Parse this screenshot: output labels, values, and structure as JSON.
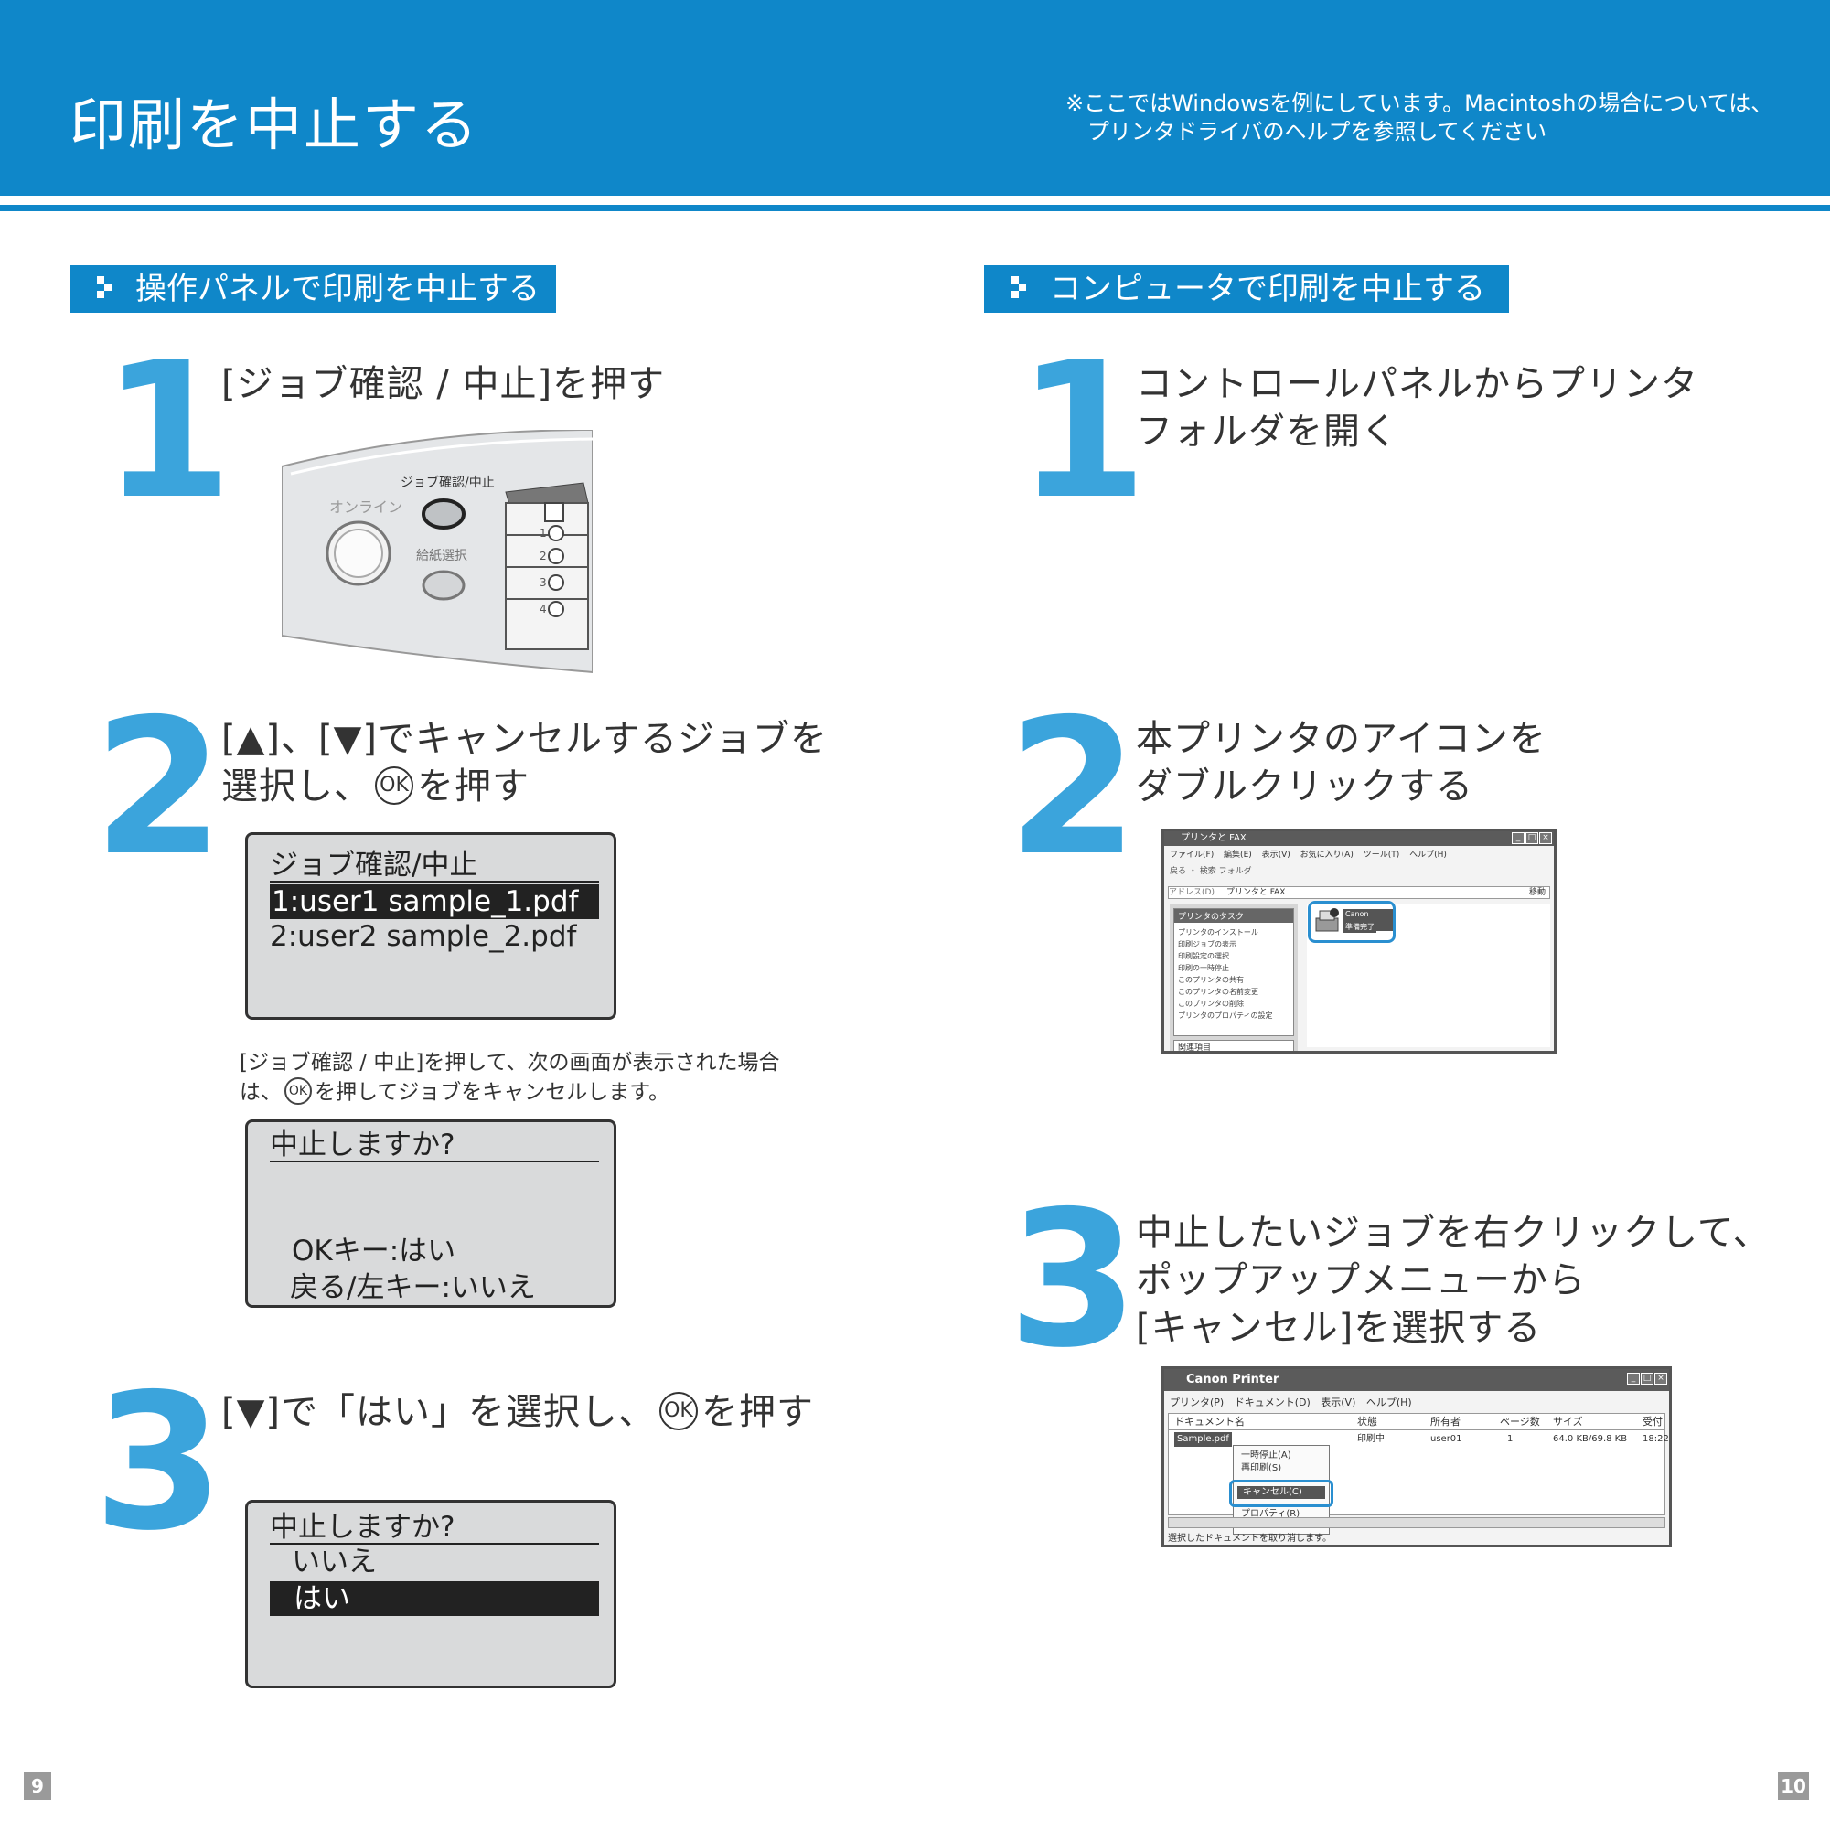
{
  "header": {
    "title": "印刷を中止する",
    "note_line1": "※ここではWindowsを例にしています。Macintoshの場合については、",
    "note_line2": "プリンタドライバのヘルプを参照してください"
  },
  "left": {
    "section_title": "操作パネルで印刷を中止する",
    "step1": {
      "number": "1",
      "text": "[ジョブ確認 / 中止]を押す",
      "panel": {
        "online_label": "オンライン",
        "job_label": "ジョブ確認/中止",
        "paper_label": "給紙選択",
        "trays": [
          "1",
          "2",
          "3",
          "4"
        ]
      }
    },
    "step2": {
      "number": "2",
      "text_line1": "[▲]、[▼]でキャンセルするジョブを",
      "text_line2a": "選択し、",
      "ok_label": "OK",
      "text_line2b": "を押す",
      "lcd": {
        "title": "ジョブ確認/中止",
        "rows": [
          "1:user1 sample_1.pdf",
          "2:user2 sample_2.pdf"
        ]
      },
      "note_line1": "[ジョブ確認 / 中止]を押して、次の画面が表示された場合",
      "note_line2a": "は、",
      "note_line2b": "を押してジョブをキャンセルします。",
      "lcd2": {
        "title": "中止しますか?",
        "line1": "OKキー:はい",
        "line2": "戻る/左キー:いいえ"
      }
    },
    "step3": {
      "number": "3",
      "text_a": "[▼]で「はい」を選択し、",
      "text_b": "を押す",
      "lcd": {
        "title": "中止しますか?",
        "row_no": "いいえ",
        "row_yes": "はい"
      }
    }
  },
  "right": {
    "section_title": "コンピュータで印刷を中止する",
    "step1": {
      "number": "1",
      "text_line1": "コントロールパネルからプリンタ",
      "text_line2": "フォルダを開く"
    },
    "step2": {
      "number": "2",
      "text_line1": "本プリンタのアイコンを",
      "text_line2": "ダブルクリックする",
      "window": {
        "title": "プリンタと FAX",
        "menu": "ファイル(F) 編集(E) 表示(V) お気に入り(A) ツール(T) ヘルプ(H)",
        "toolbar": "戻る ・ 検索 フォルダ",
        "address_label": "アドレス(D)",
        "address_value": "プリンタと FAX",
        "go_label": "移動",
        "task_title": "プリンタのタスク",
        "tasks": [
          "プリンタのインストール",
          "印刷ジョブの表示",
          "印刷設定の選択",
          "印刷の一時停止",
          "このプリンタの共有",
          "このプリンタの名前変更",
          "このプリンタの削除",
          "プリンタのプロパティの設定"
        ],
        "related_title": "関連項目",
        "printer_name": "Canon Printer",
        "printer_status": "準備完了"
      }
    },
    "step3": {
      "number": "3",
      "text_line1": "中止したいジョブを右クリックして、",
      "text_line2": "ポップアップメニューから",
      "text_line3": "[キャンセル]を選択する",
      "window": {
        "title": "Canon Printer",
        "menu": "プリンタ(P) ドキュメント(D) 表示(V) ヘルプ(H)",
        "columns": [
          "ドキュメント名",
          "状態",
          "所有者",
          "ページ数",
          "サイズ",
          "受付"
        ],
        "row": [
          "Sample.pdf",
          "印刷中",
          "user01",
          "1",
          "64.0 KB/69.8 KB",
          "18:22"
        ],
        "context_menu": [
          "一時停止(A)",
          "再印刷(S)",
          "キャンセル(C)",
          "プロパティ(R)"
        ],
        "status": "選択したドキュメントを取り消します。"
      }
    }
  },
  "pages": {
    "left": "9",
    "right": "10"
  },
  "colors": {
    "brand": "#0f87c9",
    "step_number": "#3ba4dc",
    "highlight": "#2a8fd0"
  }
}
